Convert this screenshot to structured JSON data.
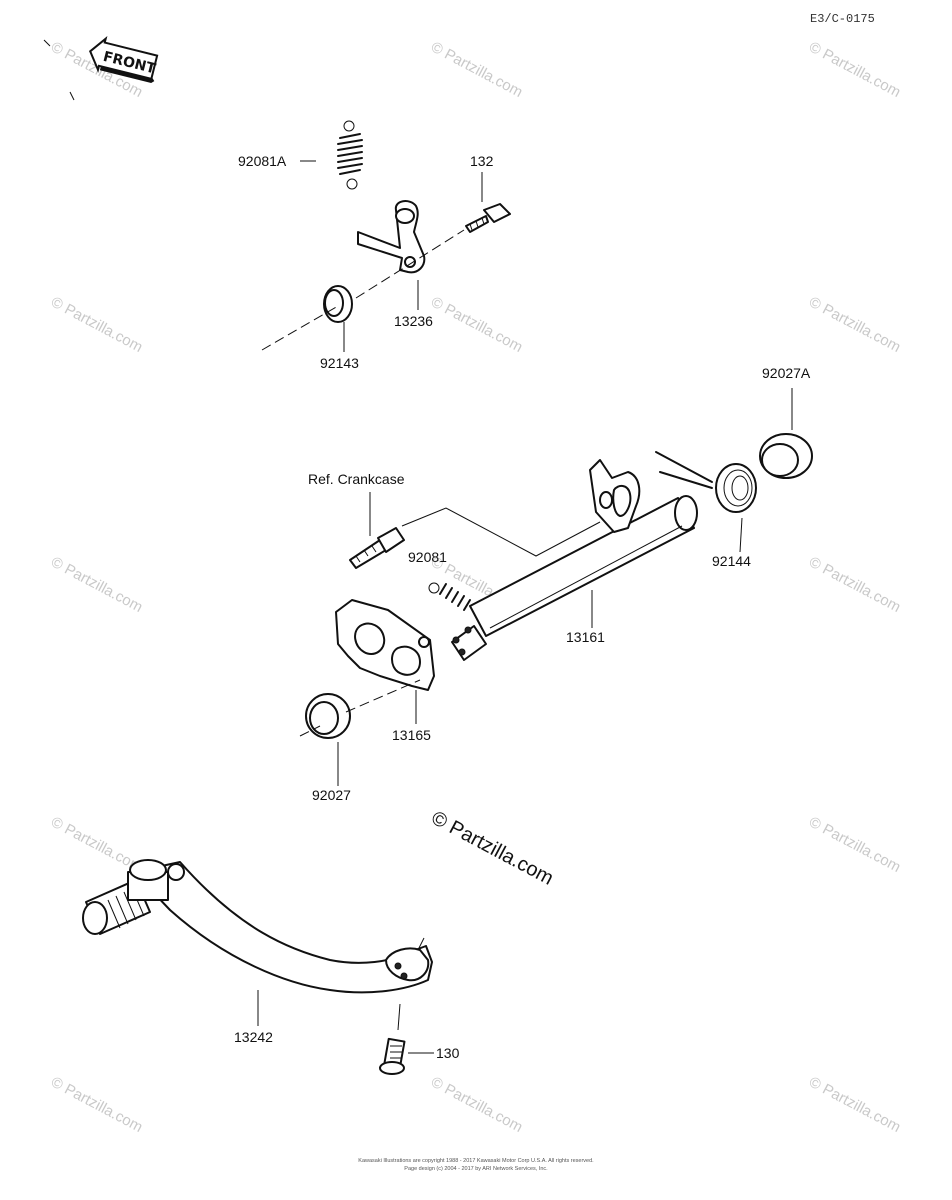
{
  "diagram": {
    "code": "E3/C-0175",
    "front_label": "FRONT",
    "watermark_small": "© Partzilla.com",
    "watermark_center": "© Partzilla.com",
    "labels": {
      "p92081A": "92081A",
      "p132": "132",
      "p13236": "13236",
      "p92143": "92143",
      "p92027A": "92027A",
      "ref_crankcase": "Ref. Crankcase",
      "p92081": "92081",
      "p92144": "92144",
      "p13161": "13161",
      "p13165": "13165",
      "p92027": "92027",
      "p13242": "13242",
      "p130": "130"
    },
    "footer": {
      "line1": "Kawasaki Illustrations are copyright 1988 - 2017 Kawasaki Motor Corp U.S.A. All rights reserved.",
      "line2": "Page design (c) 2004 - 2017 by ARI Network Services, Inc."
    }
  }
}
